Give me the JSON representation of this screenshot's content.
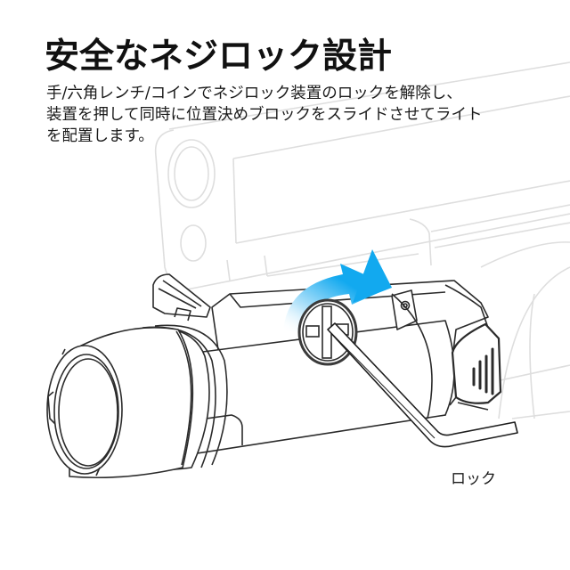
{
  "header": {
    "title": "安全なネジロック設計"
  },
  "description": {
    "lines": [
      "手/六角レンチ/コインでネジロック装置のロックを解除し、",
      "装置を押して同時に位置決めブロックをスライドさせてライト",
      "を配置します。"
    ]
  },
  "illustration": {
    "subject": "weapon-light-mounted-on-pistol-rail",
    "callouts": {
      "lock_label": "ロック"
    },
    "icons": {
      "rotation_arrow": "rotate-clockwise-arrow-icon",
      "hex_key": "hex-key-wrench-icon",
      "lock_screw": "lock-screw-icon"
    },
    "colors": {
      "arrow_accent": "#12A9EF",
      "arrow_fade": "#D6F0FC",
      "line_dark": "#2b2b2b",
      "line_ghost": "#dcdcdc",
      "background": "#ffffff"
    }
  }
}
